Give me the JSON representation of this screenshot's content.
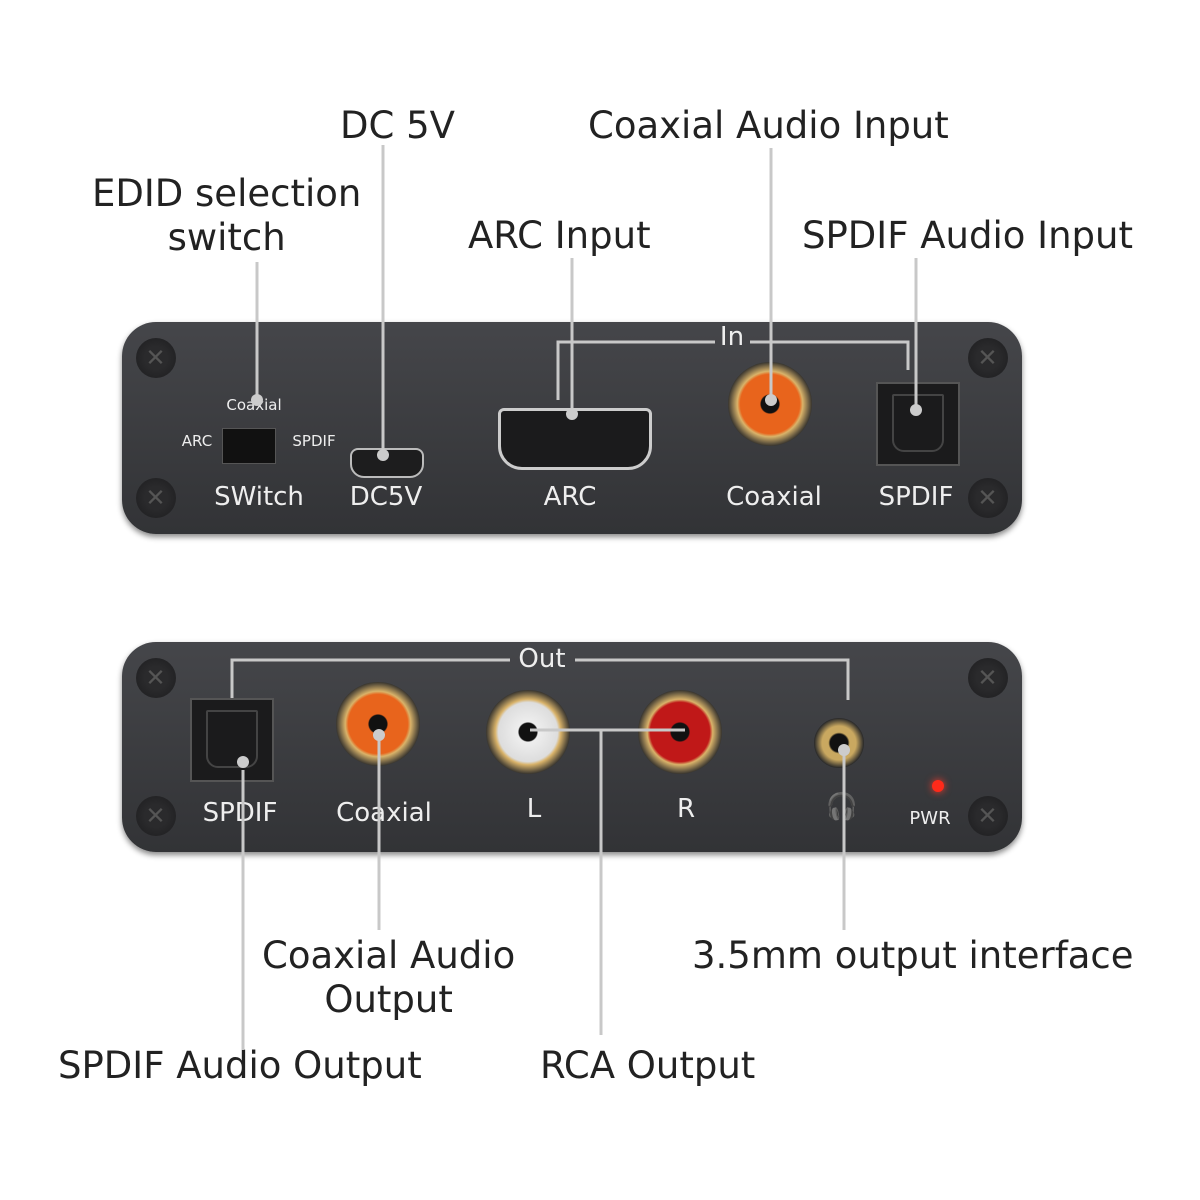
{
  "callouts": {
    "edid": "EDID selection switch",
    "edid_line1": "EDID selection",
    "edid_line2": "switch",
    "dc5v": "DC 5V",
    "coaxial_in": "Coaxial Audio Input",
    "arc_in": "ARC Input",
    "spdif_in": "SPDIF Audio Input",
    "coaxial_out_line1": "Coaxial Audio",
    "coaxial_out_line2": "Output",
    "headphone_out": "3.5mm output interface",
    "spdif_out": "SPDIF Audio Output",
    "rca_out": "RCA Output"
  },
  "input_panel": {
    "group": "In",
    "switch_top": "Coaxial",
    "switch_left": "ARC",
    "switch_right": "SPDIF",
    "switch": "SWitch",
    "dc": "DC5V",
    "arc": "ARC",
    "coaxial": "Coaxial",
    "spdif": "SPDIF"
  },
  "output_panel": {
    "group": "Out",
    "spdif": "SPDIF",
    "coaxial": "Coaxial",
    "left": "L",
    "right": "R",
    "pwr": "PWR"
  },
  "colors": {
    "panel": "#3a3b3e",
    "orange": "#e8641c",
    "red": "#c01818",
    "led": "#ff2a1a"
  }
}
